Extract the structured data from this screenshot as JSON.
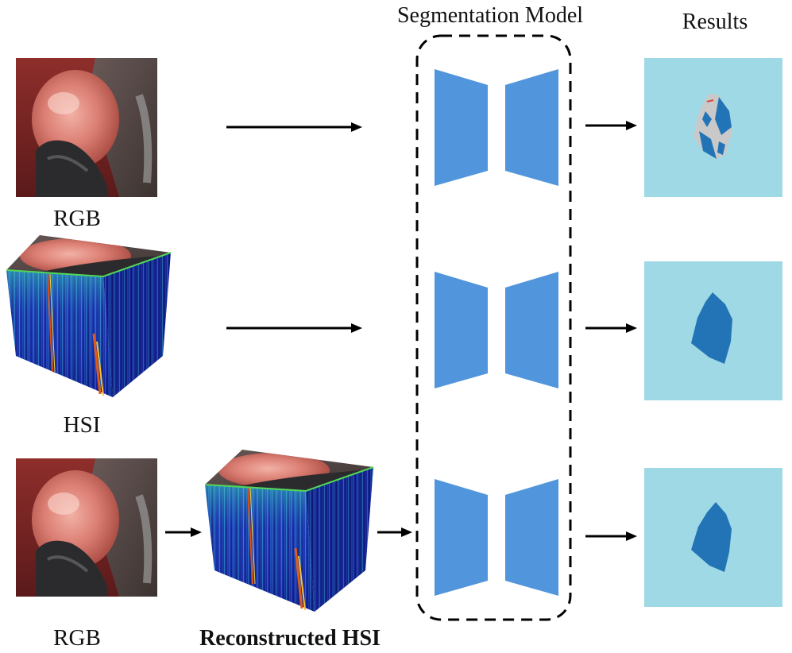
{
  "header": {
    "model_title": "Segmentation Model",
    "results_title": "Results"
  },
  "inputs": {
    "rgb_top_label": "RGB",
    "hsi_label": "HSI",
    "rgb_bottom_label": "RGB",
    "reconstructed_label": "Reconstructed HSI"
  },
  "colors": {
    "encoder_blue": "#5195dc",
    "result_background": "#9fd9e5",
    "segmentation_blue": "#2374b6",
    "arrow": "#000000",
    "cube_base": "#17209a"
  },
  "icons": {
    "model": "encoder-decoder-trapezoid-icon",
    "arrow": "right-arrow-icon"
  }
}
